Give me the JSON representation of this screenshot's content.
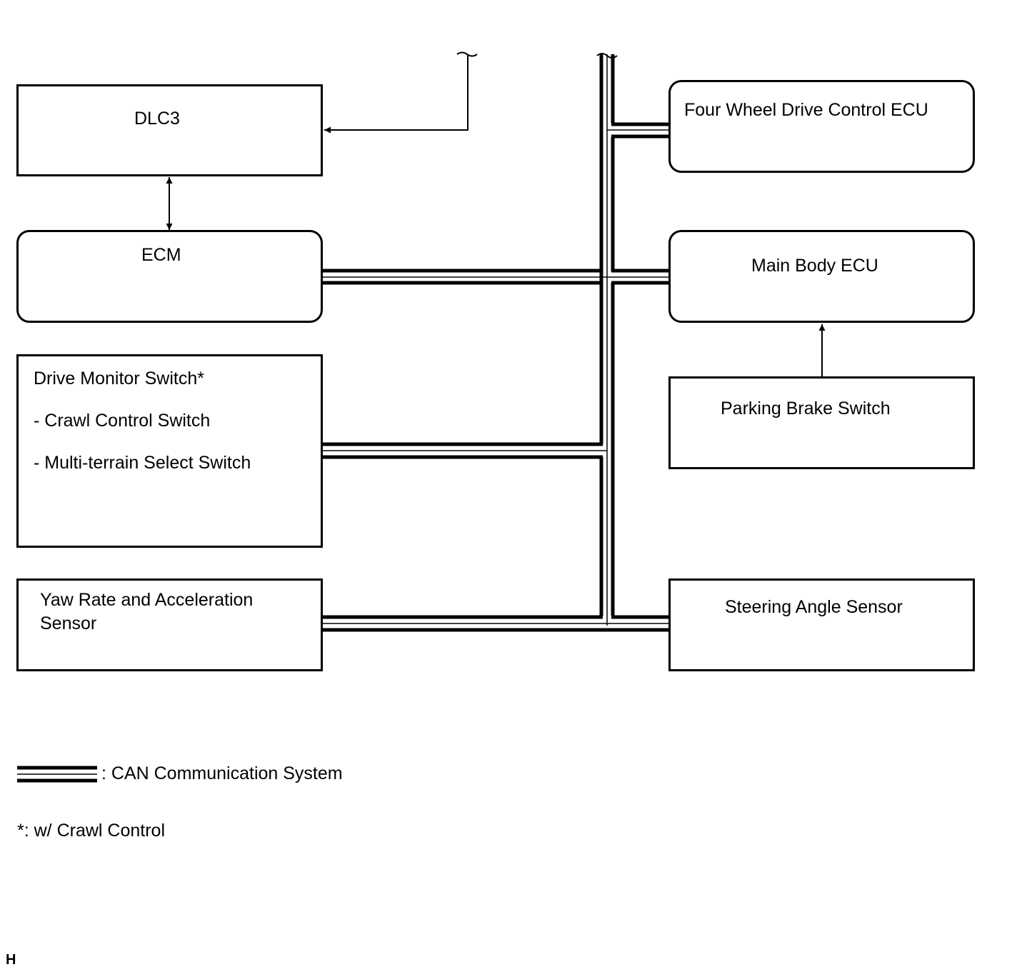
{
  "components": {
    "dlc3": "DLC3",
    "ecm": "ECM",
    "drive_monitor": {
      "title": "Drive Monitor Switch*",
      "item1": "- Crawl Control Switch",
      "item2": "- Multi-terrain Select Switch"
    },
    "yaw_rate": "Yaw Rate and Acceleration Sensor",
    "four_wheel": "Four Wheel Drive Control ECU",
    "main_body": "Main Body ECU",
    "parking_brake": "Parking Brake Switch",
    "steering": "Steering Angle Sensor"
  },
  "legend": {
    "can": ": CAN Communication System"
  },
  "note": "*: w/ Crawl Control",
  "figure_code": "H",
  "colors": {
    "line": "#000000",
    "background": "#ffffff"
  }
}
